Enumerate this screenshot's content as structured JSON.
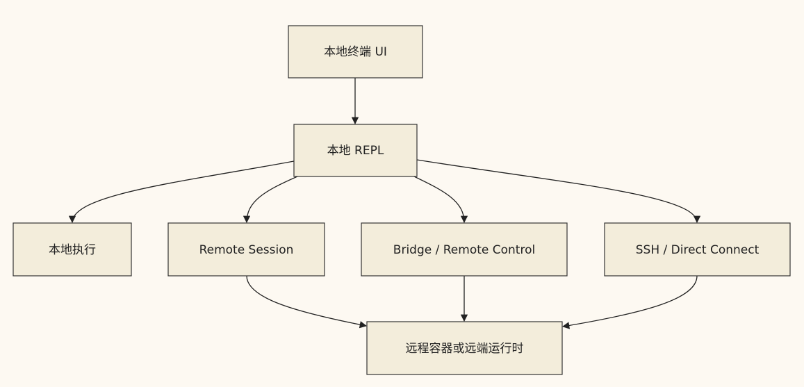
{
  "nodes": {
    "terminal_ui": "本地终端 UI",
    "local_repl": "本地 REPL",
    "local_exec": "本地执行",
    "remote_session": "Remote Session",
    "bridge_remote": "Bridge / Remote Control",
    "ssh_direct": "SSH / Direct Connect",
    "remote_runtime": "远程容器或远端运行时"
  }
}
